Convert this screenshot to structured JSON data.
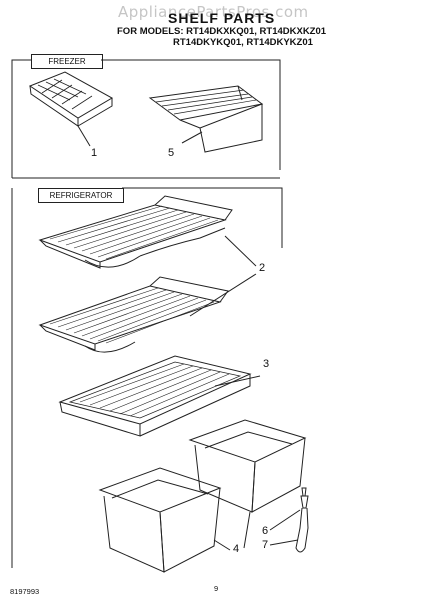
{
  "watermark": "AppliancePartsPros.com",
  "header": {
    "title": "SHELF PARTS",
    "for_models_label": "FOR MODELS:",
    "models_line1": "RT14DKXKQ01, RT14DKXKZ01",
    "models_line2": "RT14DKYKQ01, RT14DKYKZ01"
  },
  "sections": {
    "freezer_label": "FREEZER",
    "refrigerator_label": "REFRIGERATOR"
  },
  "callouts": {
    "c1": "1",
    "c2": "2",
    "c3": "3",
    "c4": "4",
    "c5": "5",
    "c6": "6",
    "c7": "7"
  },
  "footer": {
    "doc_number": "8197993",
    "page_number": "9"
  }
}
